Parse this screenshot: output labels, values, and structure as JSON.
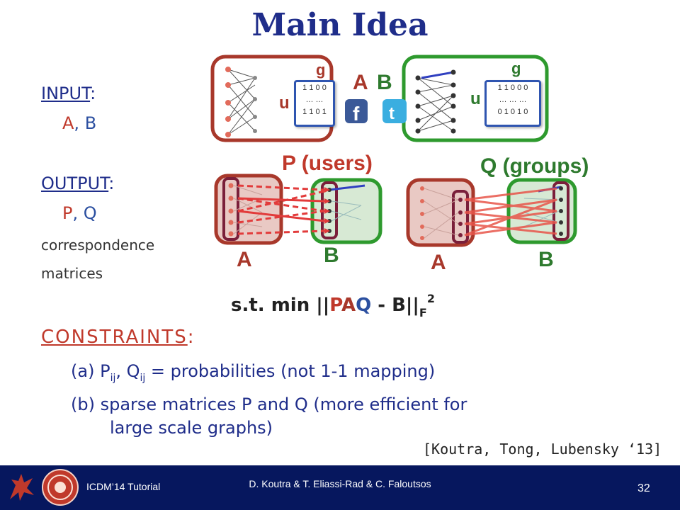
{
  "title": "Main Idea",
  "input": {
    "heading": "INPUT",
    "colon": ":",
    "a": "A",
    "comma": ",",
    "b": "B"
  },
  "output": {
    "heading": "OUTPUT",
    "colon": ":",
    "p": "P",
    "comma": ",",
    "q": "Q",
    "desc_line1": "correspondence",
    "desc_line2": "matrices"
  },
  "top_graphs": {
    "label_a": "A",
    "label_b": "B",
    "left_matrix": {
      "col_label": "g",
      "row_label": "u",
      "rows": [
        "1 1 0 0",
        "… …",
        "1 1 0 1"
      ]
    },
    "right_matrix": {
      "col_label": "g",
      "row_label": "u",
      "rows": [
        "1 1 0 0 0",
        "… … …",
        "0 1 0 1 0"
      ]
    },
    "icons": [
      "facebook-icon",
      "twitter-icon"
    ]
  },
  "middle": {
    "p_label": "P (users)",
    "q_label": "Q (groups)",
    "graph_labels": [
      "A",
      "B",
      "A",
      "B"
    ]
  },
  "formula": {
    "prefix": "s.t. min ||",
    "p": "P",
    "a": "A",
    "q": "Q",
    "suffix": " - B||",
    "sub": "F",
    "sup": "2"
  },
  "constraints": {
    "heading": "CONSTRAINTS",
    "colon": ":",
    "item_a": {
      "marker": "(a)",
      "p": "P",
      "p_sub": "ij",
      "mid": ", Q",
      "q_sub": "ij",
      "rest": " = probabilities (not 1-1 mapping)"
    },
    "item_b": {
      "marker": "(b)",
      "line1": "sparse matrices P and Q (more efficient for",
      "line2": "large scale graphs)"
    }
  },
  "citation": "[Koutra, Tong, Lubensky ‘13]",
  "footer": {
    "left": "ICDM’14 Tutorial",
    "center": "D. Koutra & T. Eliassi-Rad & C. Faloutsos",
    "page": "32"
  },
  "colors": {
    "title_blue": "#1f2d8a",
    "accent_red": "#c0392b",
    "graph_a_border": "#a8382b",
    "graph_b_border": "#2e9a2e",
    "footer_bg": "#06175e"
  }
}
